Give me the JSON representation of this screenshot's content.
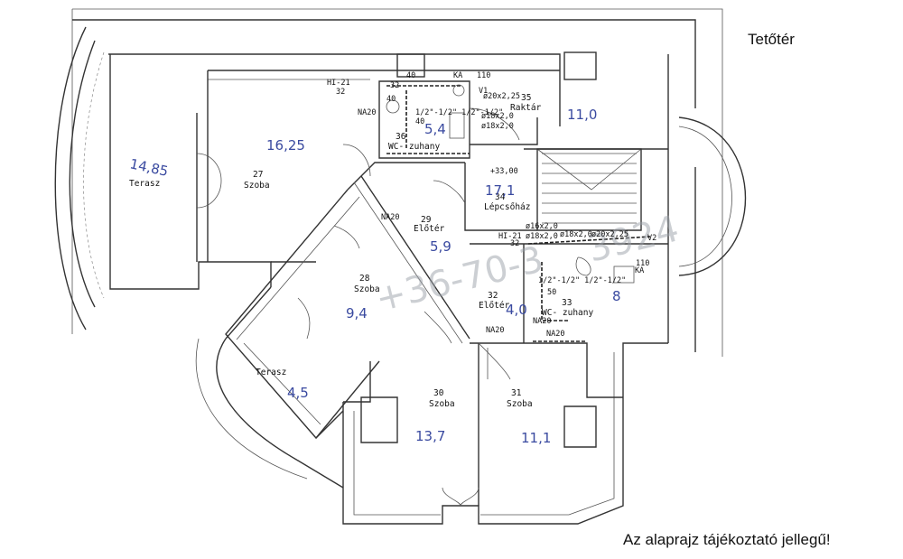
{
  "heading": "Tetőtér",
  "note": "Az alaprajz tájékoztató jellegű!",
  "watermark": "+36-70-3",
  "watermark_tail": "3924",
  "rooms": [
    {
      "number": "27",
      "name": "Szoba",
      "area": "16,25"
    },
    {
      "number": "",
      "name": "Terasz",
      "area": "14,85"
    },
    {
      "number": "28",
      "name": "Szoba",
      "area": "9,4"
    },
    {
      "number": "",
      "name": "Terasz",
      "area": "4,5"
    },
    {
      "number": "29",
      "name": "Előtér",
      "area": "5,9"
    },
    {
      "number": "30",
      "name": "Szoba",
      "area": "13,7"
    },
    {
      "number": "31",
      "name": "Szoba",
      "area": "11,1"
    },
    {
      "number": "32",
      "name": "Előtér",
      "area": "4,0"
    },
    {
      "number": "33",
      "name": "WC- zuhany",
      "area": "8"
    },
    {
      "number": "34",
      "name": "Lépcsőház",
      "area": "17,1"
    },
    {
      "number": "35",
      "name": "Raktár",
      "area": "11,0"
    },
    {
      "number": "36",
      "name": "WC- zuhany",
      "area": "5,4"
    }
  ],
  "annotations": {
    "level": "+33,00",
    "hi1": "HI-21",
    "hi1n": "32",
    "hi2": "HI-21",
    "hi2n": "32",
    "na1": "NA20",
    "na2": "NA20",
    "na3": "NA20",
    "na4": "NA20",
    "na5": "NA20",
    "ka1": "KA",
    "ka2": "KA",
    "v1": "V1",
    "v2": "V2",
    "n40a": "40",
    "n40b": "40",
    "n40c": "40",
    "n110a": "110",
    "n110b": "110",
    "n32a": "32",
    "pipe1": "ø20x2,25",
    "pipe2": "ø18x2,0",
    "pipe3": "ø18x2,0",
    "pipe4": "ø16x2,0",
    "pipe5": "ø18x2,0",
    "pipe6": "ø18x2,0",
    "pipe7": "ø20x2,25",
    "pipe8": "1/2\"-1/2\" 1/2\"-1/2\"",
    "pipe9": "1/2\"-1/2\" 1/2\"-1/2\"",
    "n50": "50"
  }
}
